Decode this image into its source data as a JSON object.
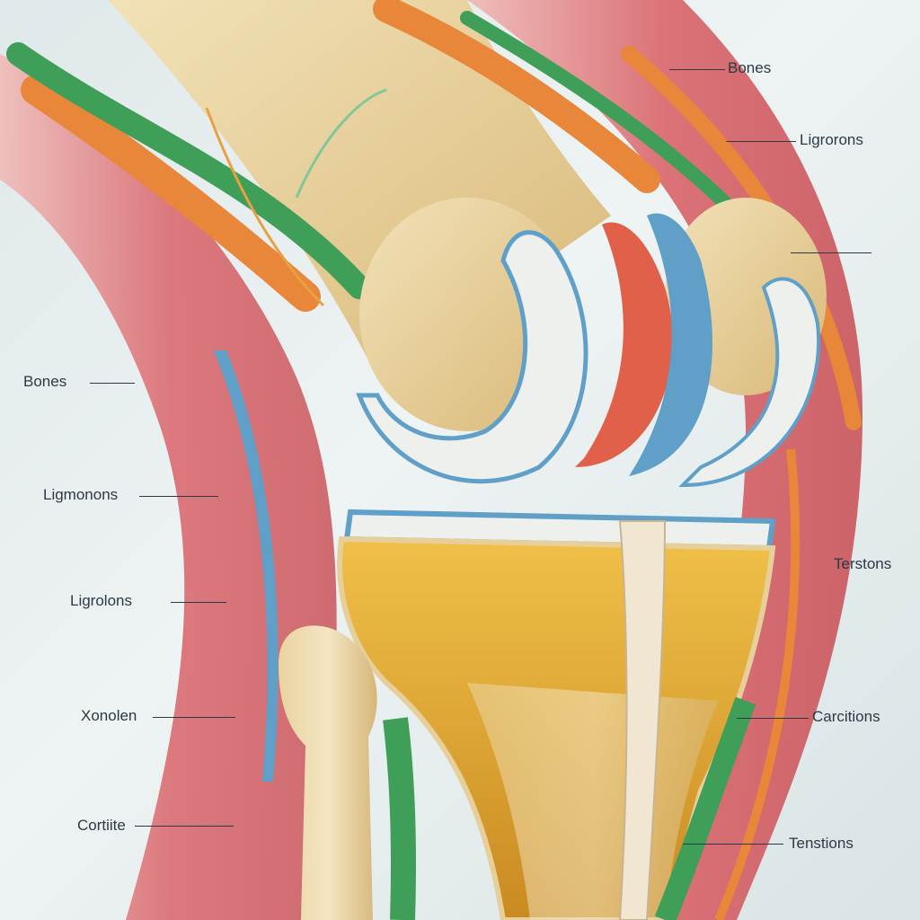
{
  "labels": {
    "right_1": "Bones",
    "right_2": "Ligrorons",
    "right_4": "Terstons",
    "right_5": "Carcitions",
    "right_6": "Tenstions",
    "left_1": "Bones",
    "left_2": "Ligmonons",
    "left_3": "Ligrolons",
    "left_4": "Xonolen",
    "left_5": "Cortiite"
  },
  "colors": {
    "muscle": "#d9646a",
    "muscle_light": "#eaa0a0",
    "tendon_orange": "#e8873a",
    "nerve_green": "#3f9e57",
    "ligament_blue": "#5f9fc8",
    "cartilage_white": "#eef0ee",
    "bone": "#e6cf9a",
    "marrow_gold": "#d9a32e"
  }
}
